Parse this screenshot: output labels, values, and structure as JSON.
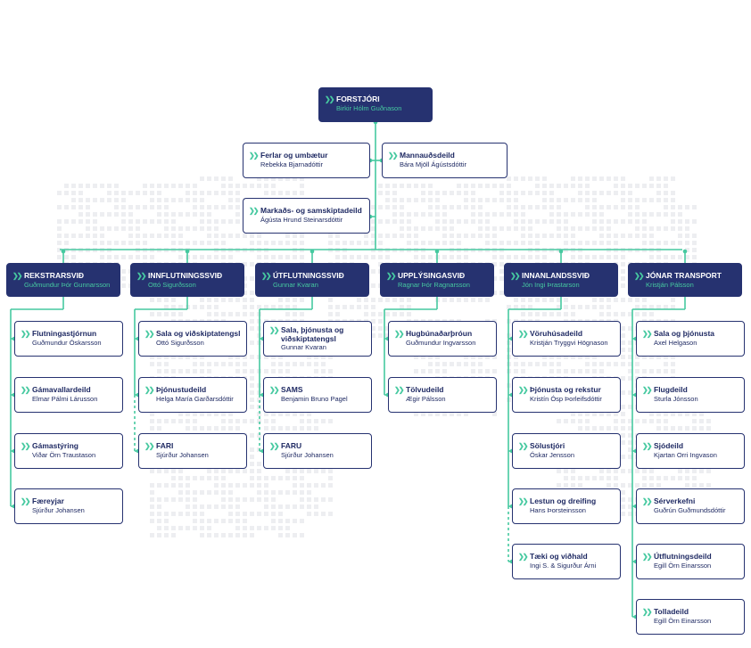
{
  "colors": {
    "navy": "#263270",
    "green": "#46c9a0",
    "map_dots": "#edeef1"
  },
  "icons": {
    "chevron": "double-chevron-right-icon"
  },
  "ceo": {
    "title": "FORSTJÓRI",
    "name": "Birkir Hólm Guðnason"
  },
  "staff": [
    {
      "title": "Ferlar og umbætur",
      "name": "Rebekka Bjarnadóttir"
    },
    {
      "title": "Mannauðsdeild",
      "name": "Bára Mjöll Ágústsdóttir"
    },
    {
      "title": "Markaðs- og samskiptadeild",
      "name": "Ágústa Hrund Steinarsdóttir"
    }
  ],
  "divisions": [
    {
      "title": "REKSTRARSVIÐ",
      "name": "Guðmundur Þór Gunnarsson",
      "units": [
        {
          "title": "Flutningastjórnun",
          "name": "Guðmundur Óskarsson"
        },
        {
          "title": "Gámavallardeild",
          "name": "Elmar Pálmi Lárusson"
        },
        {
          "title": "Gámastýring",
          "name": "Viðar Örn Traustason"
        },
        {
          "title": "Færeyjar",
          "name": "Sjúrður Johansen"
        }
      ]
    },
    {
      "title": "INNFLUTNINGSSVIÐ",
      "name": "Ottó Sigurðsson",
      "units": [
        {
          "title": "Sala og viðskiptatengsl",
          "name": "Ottó Sigurðsson"
        },
        {
          "title": "Þjónustudeild",
          "name": "Helga María Garðarsdóttir"
        },
        {
          "title": "FARI",
          "name": "Sjúrður Johansen"
        }
      ]
    },
    {
      "title": "ÚTFLUTNINGSSVIÐ",
      "name": "Gunnar Kvaran",
      "units": [
        {
          "title": "Sala, þjónusta og viðskiptatengsl",
          "name": "Gunnar Kvaran"
        },
        {
          "title": "SAMS",
          "name": "Benjamin Bruno Pagel"
        },
        {
          "title": "FARU",
          "name": "Sjúrður Johansen"
        }
      ]
    },
    {
      "title": "UPPLÝSINGASVIÐ",
      "name": "Ragnar Þór Ragnarsson",
      "units": [
        {
          "title": "Hugbúnaðarþróun",
          "name": "Guðmundur Ingvarsson"
        },
        {
          "title": "Tölvudeild",
          "name": "Ægir Pálsson"
        }
      ]
    },
    {
      "title": "INNANLANDSSVIÐ",
      "name": "Jón Ingi Þrastarson",
      "units": [
        {
          "title": "Vöruhúsadeild",
          "name": "Kristján Tryggvi Högnason"
        },
        {
          "title": "Þjónusta og rekstur",
          "name": "Kristín Ósp Þorleifsdóttir"
        },
        {
          "title": "Sölustjóri",
          "name": "Óskar Jensson"
        },
        {
          "title": "Lestun og dreifing",
          "name": "Hans Þorsteinsson"
        },
        {
          "title": "Tæki og viðhald",
          "name": "Ingi S. & Sigurður Árni"
        }
      ]
    },
    {
      "title": "JÓNAR TRANSPORT",
      "name": "Kristján Pálsson",
      "units": [
        {
          "title": "Sala og þjónusta",
          "name": "Axel Helgason"
        },
        {
          "title": "Flugdeild",
          "name": "Sturla Jónsson"
        },
        {
          "title": "Sjódeild",
          "name": "Kjartan Orri Ingvason"
        },
        {
          "title": "Sérverkefni",
          "name": "Guðrún Guðmundsdóttir"
        },
        {
          "title": "Útflutningsdeild",
          "name": "Egill Örn Einarsson"
        },
        {
          "title": "Tolladeild",
          "name": "Egill Örn Einarsson"
        }
      ]
    }
  ]
}
